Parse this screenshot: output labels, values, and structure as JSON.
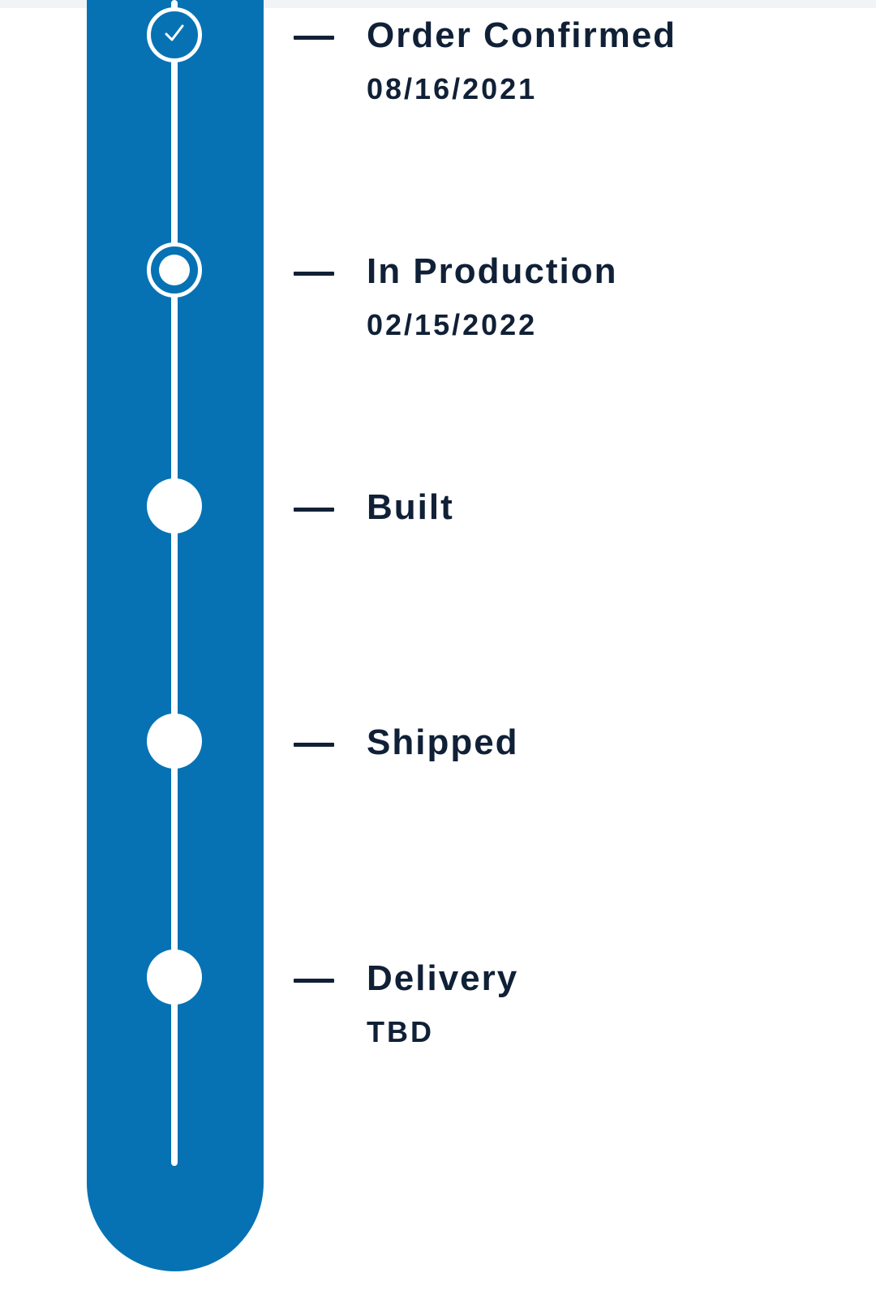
{
  "tracker": {
    "steps": [
      {
        "label": "Order Confirmed",
        "date": "08/16/2021",
        "status": "completed",
        "icon": "checkmark-icon"
      },
      {
        "label": "In Production",
        "date": "02/15/2022",
        "status": "current",
        "icon": "current-step-icon"
      },
      {
        "label": "Built",
        "status": "pending",
        "icon": "pending-step-icon"
      },
      {
        "label": "Shipped",
        "status": "pending",
        "icon": "pending-step-icon"
      },
      {
        "label": "Delivery",
        "date": "TBD",
        "status": "pending",
        "icon": "pending-step-icon"
      }
    ]
  },
  "colors": {
    "track": "#0672b4",
    "text": "#102036",
    "node": "#ffffff"
  }
}
